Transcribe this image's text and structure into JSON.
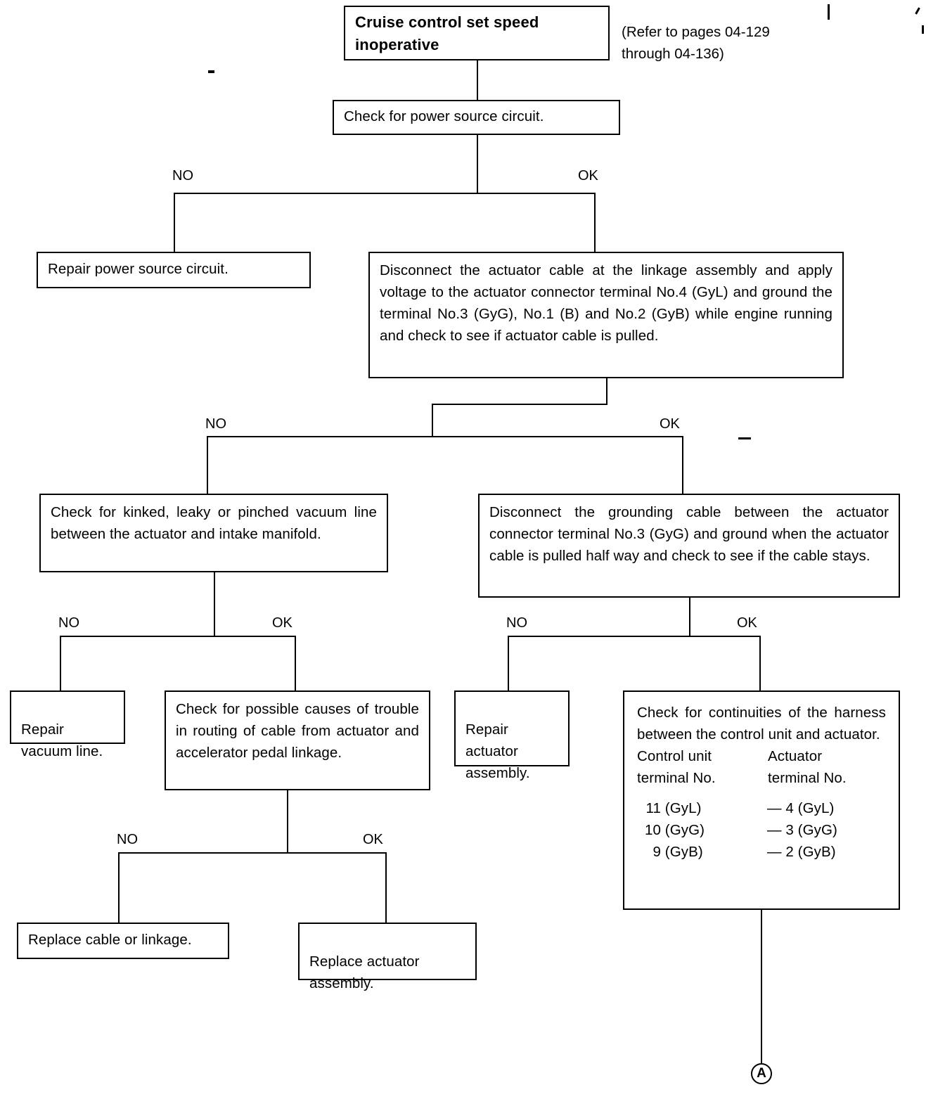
{
  "document": {
    "type": "troubleshooting-flowchart",
    "title": "Cruise control set speed inoperative",
    "reference_note": "(Refer to pages 04-129\nthrough 04-136)"
  },
  "labels": {
    "no": "NO",
    "ok": "OK"
  },
  "nodes": {
    "start": "Cruise control set speed inoperative",
    "check_power": "Check for power source circuit.",
    "repair_power": "Repair power source circuit.",
    "actuator_test": "Disconnect the actuator cable at the linkage assembly and apply voltage to the actuator connector terminal No.4 (GyL) and ground the terminal No.3 (GyG), No.1 (B) and No.2 (GyB) while engine running and check to see if actuator cable is pulled.",
    "vacuum_check": "Check for kinked, leaky or pinched vacuum line between the actuator and intake manifold.",
    "grounding_check": "Disconnect the grounding cable between the actuator connector terminal No.3 (GyG) and ground when the actuator cable is pulled half way and check to see if the cable stays.",
    "repair_vacuum": "Repair\nvacuum line.",
    "routing_check": "Check for possible causes of trouble in routing of cable from actuator and accelerator pedal linkage.",
    "repair_actuator": "Repair\nactuator\nassembly.",
    "replace_cable": "Replace cable or linkage.",
    "replace_actuator": "Replace actuator\nassembly.",
    "continuity": {
      "instruction": "Check for continuities of the harness between the control unit and actuator.",
      "col1_header": "Control unit\nterminal No.",
      "col2_header": "Actuator\nterminal No.",
      "rows": [
        {
          "control": "11",
          "control_wire": "(GyL)",
          "actuator": "— 4 (GyL)"
        },
        {
          "control": "10",
          "control_wire": "(GyG)",
          "actuator": "— 3 (GyG)"
        },
        {
          "control": "9",
          "control_wire": "(GyB)",
          "actuator": "— 2 (GyB)"
        }
      ]
    },
    "connector_a": "A"
  }
}
